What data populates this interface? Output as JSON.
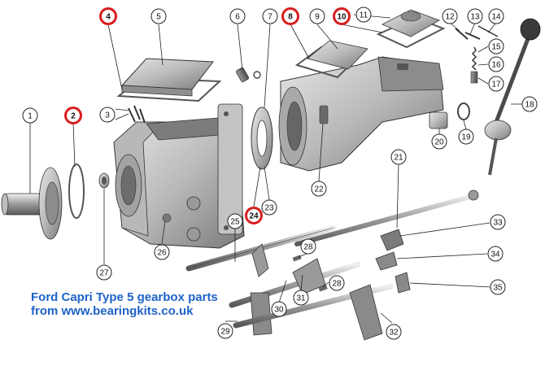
{
  "caption": {
    "line1": "Ford Capri Type 5 gearbox parts",
    "line2": "from www.bearingkits.co.uk"
  },
  "colors": {
    "highlight": "#d81e1e",
    "normal": "#222222",
    "caption": "#1e63c8",
    "metal_light": "#cfcfcf",
    "metal_dark": "#6b6b6b"
  },
  "callouts": [
    {
      "label": "1",
      "highlighted": false
    },
    {
      "label": "2",
      "highlighted": true
    },
    {
      "label": "3",
      "highlighted": false
    },
    {
      "label": "4",
      "highlighted": true
    },
    {
      "label": "5",
      "highlighted": false
    },
    {
      "label": "6",
      "highlighted": false
    },
    {
      "label": "7",
      "highlighted": false
    },
    {
      "label": "8",
      "highlighted": true
    },
    {
      "label": "9",
      "highlighted": false
    },
    {
      "label": "10",
      "highlighted": true
    },
    {
      "label": "11",
      "highlighted": false
    },
    {
      "label": "12",
      "highlighted": false
    },
    {
      "label": "13",
      "highlighted": false
    },
    {
      "label": "14",
      "highlighted": false
    },
    {
      "label": "15",
      "highlighted": false
    },
    {
      "label": "16",
      "highlighted": false
    },
    {
      "label": "17",
      "highlighted": false
    },
    {
      "label": "18",
      "highlighted": false
    },
    {
      "label": "19",
      "highlighted": false
    },
    {
      "label": "20",
      "highlighted": false
    },
    {
      "label": "21",
      "highlighted": false
    },
    {
      "label": "22",
      "highlighted": false
    },
    {
      "label": "23",
      "highlighted": false
    },
    {
      "label": "24",
      "highlighted": true
    },
    {
      "label": "25",
      "highlighted": false
    },
    {
      "label": "26",
      "highlighted": false
    },
    {
      "label": "27",
      "highlighted": false
    },
    {
      "label": "28",
      "highlighted": false
    },
    {
      "label": "28",
      "highlighted": false
    },
    {
      "label": "29",
      "highlighted": false
    },
    {
      "label": "30",
      "highlighted": false
    },
    {
      "label": "31",
      "highlighted": false
    },
    {
      "label": "32",
      "highlighted": false
    },
    {
      "label": "33",
      "highlighted": false
    },
    {
      "label": "34",
      "highlighted": false
    },
    {
      "label": "35",
      "highlighted": false
    }
  ]
}
